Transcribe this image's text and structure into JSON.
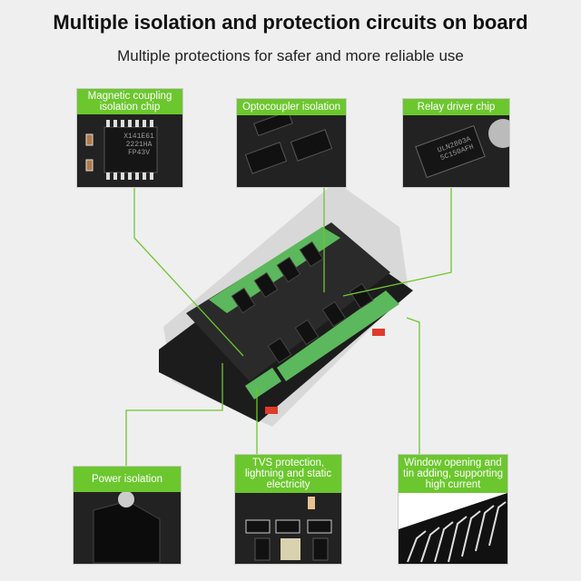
{
  "header": {
    "title": "Multiple isolation and protection circuits on board",
    "subtitle": "Multiple protections for safer and more reliable use"
  },
  "callouts": [
    {
      "label": "Magnetic coupling isolation chip",
      "chip_text": "X141E61 2221HA FP43V"
    },
    {
      "label": "Optocoupler isolation"
    },
    {
      "label": "Relay driver chip",
      "chip_text": "ULN2803A 5C150AFH"
    },
    {
      "label": "Power isolation"
    },
    {
      "label": "TVS protection, lightning and static electricity"
    },
    {
      "label": "Window opening and tin adding, supporting high current"
    }
  ],
  "colors": {
    "accent": "#6cc72e",
    "board": "#1c1c1c",
    "terminal": "#5cb85c"
  }
}
